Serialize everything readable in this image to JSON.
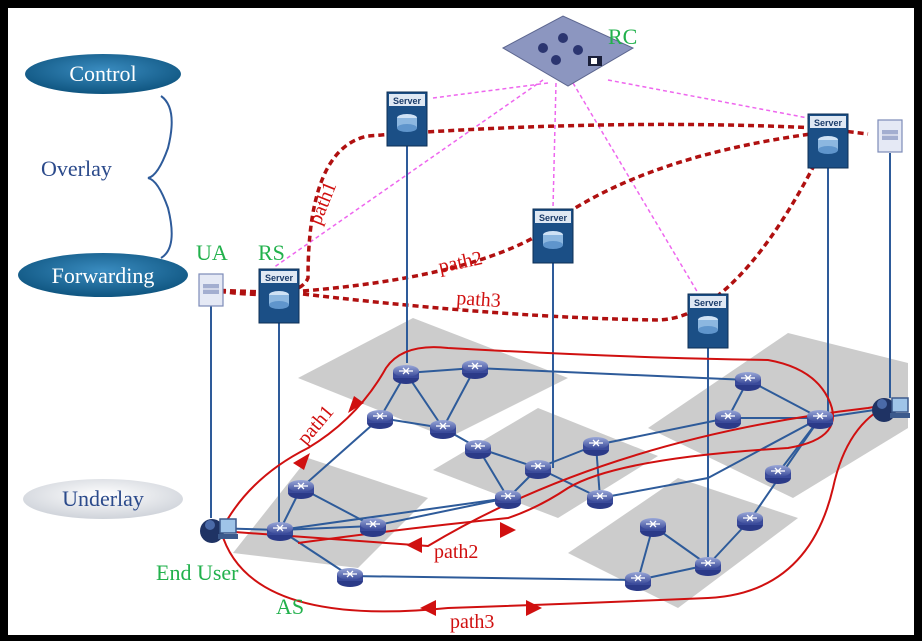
{
  "layers": {
    "control": "Control",
    "overlay": "Overlay",
    "forwarding": "Forwarding",
    "underlay": "Underlay"
  },
  "nodes": {
    "rc": "RC",
    "ua": "UA",
    "rs": "RS",
    "end_user": "End User",
    "as": "AS",
    "server": "Server"
  },
  "paths": {
    "path1": "path1",
    "path2": "path2",
    "path3": "path3"
  },
  "colors": {
    "pill_blue": "#1a6a9c",
    "label_green": "#22b14c",
    "path_red": "#d01010",
    "link_blue": "#2e5b9a",
    "control_magenta": "#ee66ee",
    "domain_gray": "#cccccc"
  },
  "icons": {
    "server": "server-icon",
    "router": "router-icon",
    "ua": "user-agent-icon",
    "user": "computer-user-icon",
    "rc": "controller-icon"
  }
}
